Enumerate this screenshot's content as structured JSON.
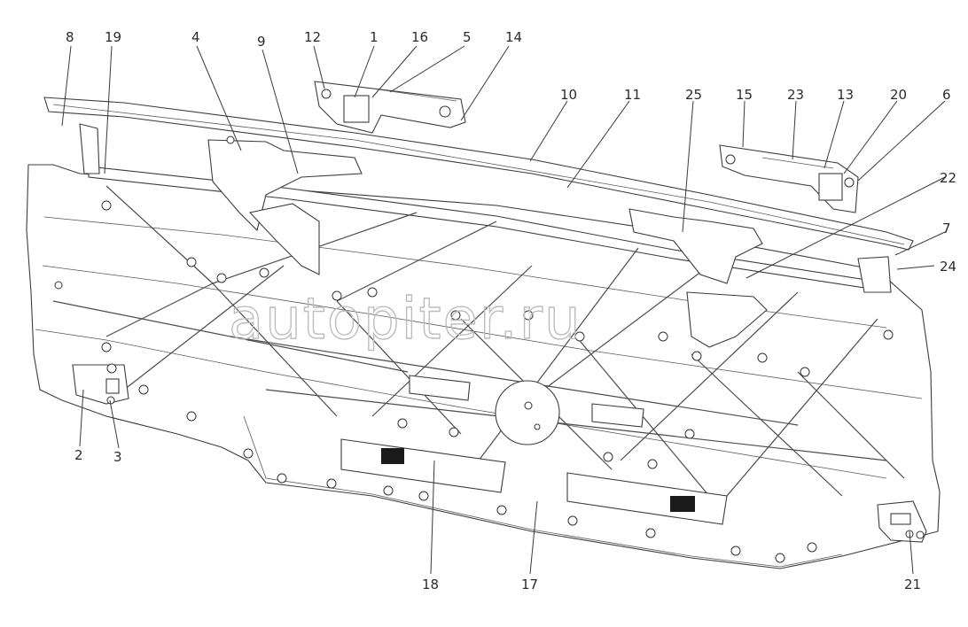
{
  "diagram": {
    "watermark": "autopiter.ru",
    "callouts": [
      {
        "id": "8",
        "text": "8"
      },
      {
        "id": "19",
        "text": "19"
      },
      {
        "id": "4",
        "text": "4"
      },
      {
        "id": "9",
        "text": "9"
      },
      {
        "id": "12",
        "text": "12"
      },
      {
        "id": "1",
        "text": "1"
      },
      {
        "id": "16",
        "text": "16"
      },
      {
        "id": "5",
        "text": "5"
      },
      {
        "id": "14",
        "text": "14"
      },
      {
        "id": "10",
        "text": "10"
      },
      {
        "id": "11",
        "text": "11"
      },
      {
        "id": "25",
        "text": "25"
      },
      {
        "id": "15",
        "text": "15"
      },
      {
        "id": "23",
        "text": "23"
      },
      {
        "id": "13",
        "text": "13"
      },
      {
        "id": "20",
        "text": "20"
      },
      {
        "id": "6",
        "text": "6"
      },
      {
        "id": "22",
        "text": "22"
      },
      {
        "id": "7",
        "text": "7"
      },
      {
        "id": "24",
        "text": "24"
      },
      {
        "id": "2",
        "text": "2"
      },
      {
        "id": "3",
        "text": "3"
      },
      {
        "id": "18",
        "text": "18"
      },
      {
        "id": "17",
        "text": "17"
      },
      {
        "id": "21",
        "text": "21"
      }
    ]
  }
}
